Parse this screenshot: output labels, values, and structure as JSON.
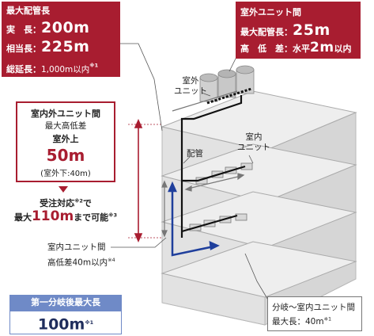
{
  "max_pipe_length": {
    "title": "最大配管長",
    "actual_label": "実　長：",
    "actual_value": "200m",
    "equivalent_label": "相当長：",
    "equivalent_value": "225m",
    "total_label": "総延長：",
    "total_value": "1,000m以内",
    "total_note": "※1"
  },
  "outdoor_units": {
    "title": "室外ユニット間",
    "max_pipe_label": "最大配管長：",
    "max_pipe_value": "25m",
    "height_label": "高　低　差：",
    "height_prefix": "水平",
    "height_value": "2m",
    "height_suffix": "以内"
  },
  "indoor_outdoor": {
    "title": "室内外ユニット間",
    "subtitle": "最大高低差",
    "upper_label": "室外上",
    "upper_value": "50m",
    "lower_text": "(室外下:40m)",
    "order_line1": "受注対応",
    "order_note1": "※2",
    "order_line1_suffix": "で",
    "order_line2_prefix": "最大",
    "order_line2_value": "110m",
    "order_line2_suffix": "まで可能",
    "order_note2": "※3"
  },
  "labels": {
    "outdoor_unit": "室外\nユニット",
    "outdoor_unit_l1": "室外",
    "outdoor_unit_l2": "ユニット",
    "piping": "配管",
    "indoor_unit_l1": "室内",
    "indoor_unit_l2": "ユニット"
  },
  "indoor_units_height": {
    "line1": "室内ユニット間",
    "line2": "高低差40m以内",
    "note": "※4"
  },
  "first_branch": {
    "title": "第一分岐後最大長",
    "value": "100m",
    "note": "※1"
  },
  "branch_indoor": {
    "line1": "分岐～室内ユニット間",
    "line2_prefix": "最大長：",
    "line2_value": "40m",
    "note": "※1"
  },
  "colors": {
    "red": "#a81d30",
    "blue": "#1f3f9c",
    "light_blue": "#6f8ac7",
    "building_gray": "#e6e6e6"
  }
}
